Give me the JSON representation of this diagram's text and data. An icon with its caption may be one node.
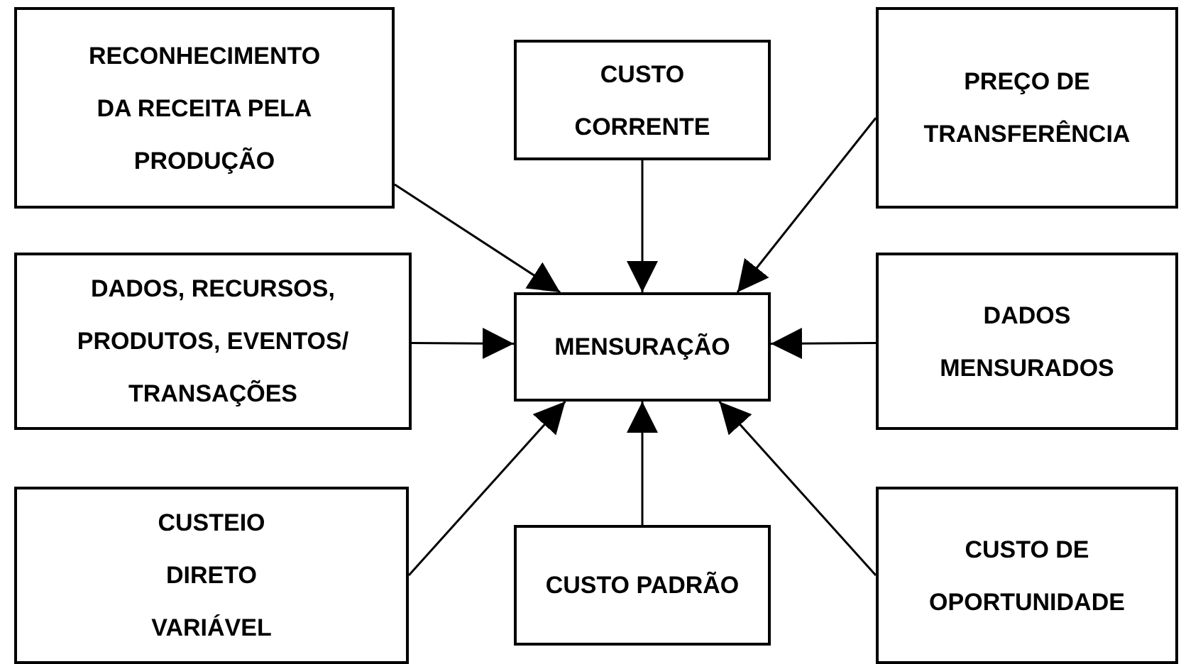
{
  "diagram": {
    "nodes": [
      {
        "text": [
          "RECONHECIMENTO DA RECEITA PELA PRODUÇÃO"
        ]
      },
      {
        "text": [
          "CUSTO CORRENTE"
        ]
      },
      {
        "text": [
          "PREÇO DE TRANSFERÊNCIA"
        ]
      },
      {
        "text": [
          "DADOS, RECURSOS, PRODUTOS, EVENTOS/ TRANSAÇÕES"
        ]
      },
      {
        "text": [
          "MENSURAÇÃO"
        ]
      },
      {
        "text": [
          "DADOS MENSURADOS"
        ]
      },
      {
        "text": [
          "CUSTEIO DIRETO VARIÁVEL"
        ]
      },
      {
        "text": [
          "CUSTO PADRÃO"
        ]
      },
      {
        "text": [
          "CUSTO DE OPORTUNIDADE"
        ]
      }
    ],
    "edges": [
      {
        "from": 0,
        "to": 4,
        "arrow": "to"
      },
      {
        "from": 1,
        "to": 4,
        "arrow": "to"
      },
      {
        "from": 2,
        "to": 4,
        "arrow": "to"
      },
      {
        "from": 3,
        "to": 4,
        "arrow": "to"
      },
      {
        "from": 5,
        "to": 4,
        "arrow": "to"
      },
      {
        "from": 6,
        "to": 4,
        "arrow": "to"
      },
      {
        "from": 7,
        "to": 4,
        "arrow": "to"
      },
      {
        "from": 8,
        "to": 4,
        "arrow": "to"
      }
    ]
  }
}
